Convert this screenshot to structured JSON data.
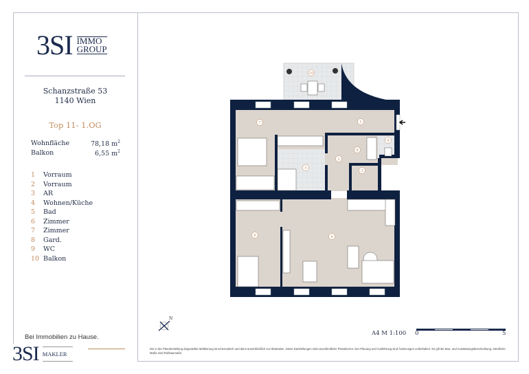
{
  "brand": {
    "logo_main": "3SI",
    "logo_sub_1": "IMMO",
    "logo_sub_2": "GROUP",
    "accent": "#c38b5e",
    "navy": "#0f2140"
  },
  "address": {
    "street": "Schanzstraße 53",
    "city": "1140 Wien"
  },
  "unit": {
    "title": "Top 11- 1.OG"
  },
  "areas": [
    {
      "label": "Wohnfläche",
      "value": "78,18 m",
      "unit_sup": "2"
    },
    {
      "label": "Balkon",
      "value": "6,55 m",
      "unit_sup": "2"
    }
  ],
  "rooms": [
    {
      "num": "1",
      "name": "Vorraum"
    },
    {
      "num": "2",
      "name": "Vorraum"
    },
    {
      "num": "3",
      "name": "AR"
    },
    {
      "num": "4",
      "name": "Wohnen/Küche"
    },
    {
      "num": "5",
      "name": "Bad"
    },
    {
      "num": "6",
      "name": "Zimmer"
    },
    {
      "num": "7",
      "name": "Zimmer"
    },
    {
      "num": "8",
      "name": "Gard."
    },
    {
      "num": "9",
      "name": "WC"
    },
    {
      "num": "10",
      "name": "Balkon"
    }
  ],
  "footer": {
    "slogan": "Bei Immobilien zu Hause.",
    "makler_logo_main": "3SI",
    "makler_logo_sub": "MAKLER",
    "scale_label": "A4  M 1:100",
    "scale_start": "0",
    "scale_end": "5",
    "north": "N",
    "disclaimer": "Die in der Planderstellung dargestellte Möblierung ist schematisch und dient ausschließlich zur Illustration. Diese Darstellungen sind unverbindliche Planskizzen. Der Planung und Ausführung sind Änderungen vorbehalten. Es gilt die Bau- und Ausstattungsbeschreibung. Sämtliche Maße sind Rohbaumaße."
  }
}
